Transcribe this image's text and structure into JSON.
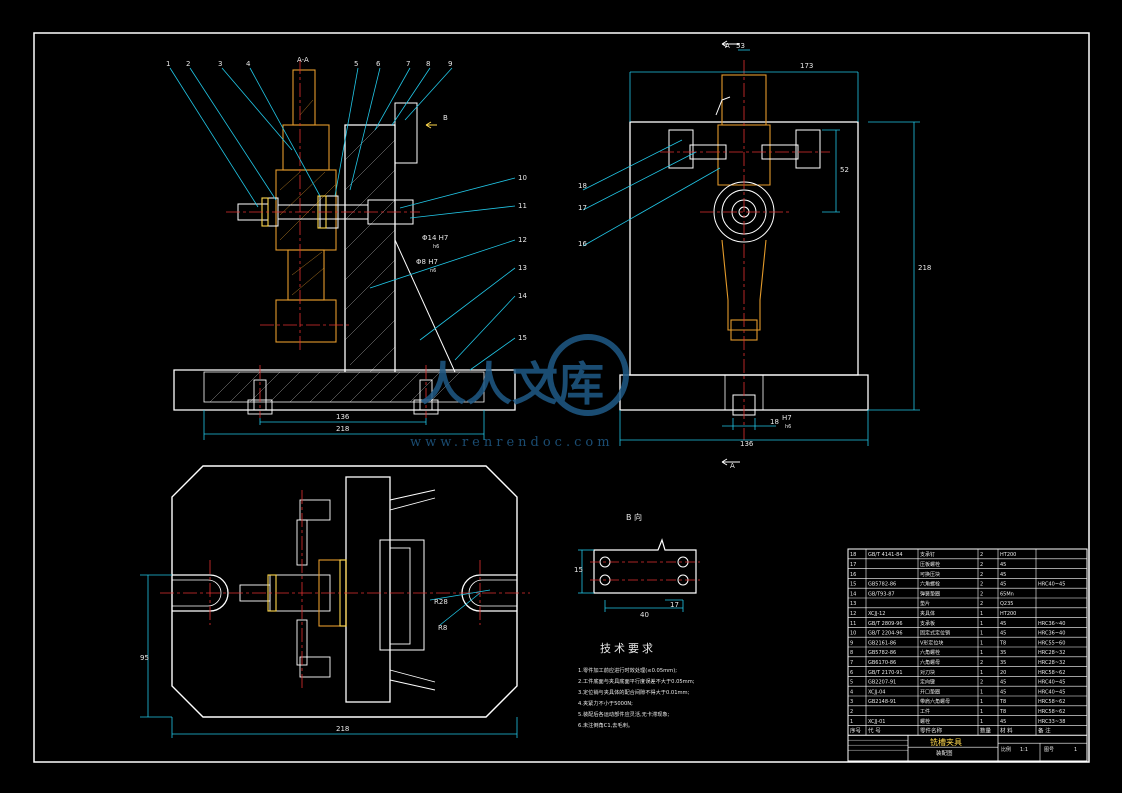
{
  "drawing": {
    "section_label": "A-A",
    "view_b_label": "B 向",
    "section_arrow_label": "A",
    "b_arrow_label": "B",
    "callouts": [
      "1",
      "2",
      "3",
      "4",
      "5",
      "6",
      "7",
      "8",
      "9",
      "10",
      "11",
      "12",
      "13",
      "14",
      "15",
      "16",
      "17",
      "18"
    ],
    "dims": {
      "side_width": "218",
      "side_inner": "136",
      "front_height": "218",
      "front_top": "173",
      "front_bottom": "136",
      "front_small": "18",
      "front_fit": "H7",
      "front_fit_sub": "h6",
      "front_top_small": "53",
      "front_right": "52",
      "fit1": "Φ14 H7",
      "fit1_sub": "h6",
      "fit2": "Φ8 H7",
      "fit2_sub": "n6",
      "plan_width": "218",
      "plan_height": "95",
      "plan_r": "R28",
      "plan_r2": "R8",
      "b_width": "40",
      "b_small": "17",
      "b_height": "15"
    }
  },
  "tech_req": {
    "title": "技术要求",
    "items": [
      "1.零件加工前应进行时效处理(≤0.05mm);",
      "2.工件底面与夹具底面平行度误差不大于0.05mm;",
      "3.定位销与夹具体的配合间隙不得大于0.01mm;",
      "4.夹紧力不小于5000N;",
      "5.装配后各运动部件应灵活,无卡滞现象;",
      "6.未注倒角C1,去毛刺。"
    ]
  },
  "bom": {
    "rows": [
      {
        "no": "18",
        "code": "GB/T 4141-84",
        "name": "支承钉",
        "qty": "2",
        "mat": "HT200",
        "note": ""
      },
      {
        "no": "17",
        "code": "",
        "name": "压板螺栓",
        "qty": "2",
        "mat": "45",
        "note": ""
      },
      {
        "no": "16",
        "code": "",
        "name": "可换压块",
        "qty": "2",
        "mat": "45",
        "note": ""
      },
      {
        "no": "15",
        "code": "GB5782-86",
        "name": "六角螺栓",
        "qty": "2",
        "mat": "45",
        "note": "HRC40~45"
      },
      {
        "no": "14",
        "code": "GB/T93-87",
        "name": "弹簧垫圈",
        "qty": "2",
        "mat": "65Mn",
        "note": ""
      },
      {
        "no": "13",
        "code": "",
        "name": "垫片",
        "qty": "2",
        "mat": "Q235",
        "note": ""
      },
      {
        "no": "12",
        "code": "XCJJ-12",
        "name": "夹具体",
        "qty": "1",
        "mat": "HT200",
        "note": ""
      },
      {
        "no": "11",
        "code": "GB/T 2809-96",
        "name": "支承板",
        "qty": "1",
        "mat": "45",
        "note": "HRC36~40"
      },
      {
        "no": "10",
        "code": "GB/T 2204-96",
        "name": "固定式定位销",
        "qty": "1",
        "mat": "45",
        "note": "HRC36~40"
      },
      {
        "no": "9",
        "code": "GB2161-86",
        "name": "V形定位块",
        "qty": "1",
        "mat": "T8",
        "note": "HRC55~60"
      },
      {
        "no": "8",
        "code": "GB5782-86",
        "name": "六角螺栓",
        "qty": "1",
        "mat": "35",
        "note": "HRC28~32"
      },
      {
        "no": "7",
        "code": "GB6170-86",
        "name": "六角螺母",
        "qty": "2",
        "mat": "35",
        "note": "HRC28~32"
      },
      {
        "no": "6",
        "code": "GB/T 2170-91",
        "name": "对刀块",
        "qty": "1",
        "mat": "20",
        "note": "HRC58~62"
      },
      {
        "no": "5",
        "code": "GB2207-91",
        "name": "定向键",
        "qty": "2",
        "mat": "45",
        "note": "HRC40~45"
      },
      {
        "no": "4",
        "code": "XCJJ-04",
        "name": "开口垫圈",
        "qty": "1",
        "mat": "45",
        "note": "HRC40~45"
      },
      {
        "no": "3",
        "code": "GB2148-91",
        "name": "带肩六角螺母",
        "qty": "1",
        "mat": "T8",
        "note": "HRC58~62"
      },
      {
        "no": "2",
        "code": "",
        "name": "工件",
        "qty": "1",
        "mat": "T8",
        "note": "HRC58~62"
      },
      {
        "no": "1",
        "code": "XCJJ-01",
        "name": "螺栓",
        "qty": "1",
        "mat": "45",
        "note": "HRC33~38"
      }
    ],
    "header": {
      "no": "序号",
      "code": "代 号",
      "name": "零件名称",
      "qty": "数量",
      "mat": "材 料",
      "note": "备 注"
    },
    "title": "铣槽夹具",
    "subtitle": "装配图",
    "scale_label": "比例",
    "scale": "1:1",
    "sheet_label": "图号",
    "sheet_no": "1"
  },
  "watermark": {
    "main": "人人文库",
    "url": "www.renrendoc.com"
  }
}
